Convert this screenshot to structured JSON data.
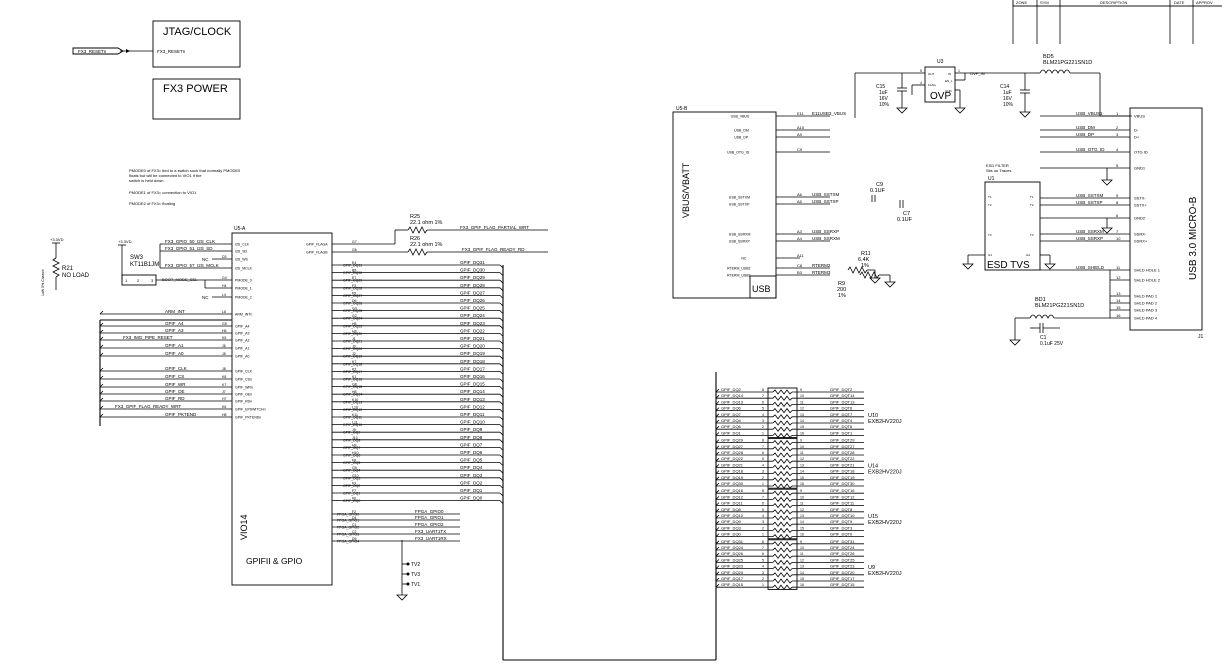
{
  "title_block": {
    "zone": "ZONE",
    "sym": "SYM",
    "description": "DESCRIPTION",
    "date": "DATE",
    "approved": "APPROV"
  },
  "blocks": {
    "jtag": "JTAG/CLOCK",
    "power": "FX3 POWER"
  },
  "reset": {
    "port": "FX3_RESETn",
    "net": "FX3_RESETn"
  },
  "notes": [
    "PMODE0 of FX3= tied to a switch such that normally PMODE0",
    "floats but will be connected to VIO1 if the",
    "switch is held down",
    "PMODE1 of FX3= connection to VIO1",
    "PMODE2 of FX3= floating"
  ],
  "r21": {
    "ref": "R21",
    "val": "NO LOAD",
    "rail": "+3.3VD",
    "side": "1uW 5% Chassis"
  },
  "sw3": {
    "ref": "SW3",
    "part": "KT11B1JM",
    "rail": "+3.3VD"
  },
  "gpio_nets": [
    "FX3_GPIO_50_I2S_CLK",
    "FX3_GPIO_51_I2S_SD",
    "FX3_GPIO_57_I2S_MCLK"
  ],
  "boot_mode": "BOOT_MODE_SEL",
  "nc": "NC",
  "u5a": {
    "ref": "U5-A",
    "vio": "VIO14",
    "label": "GPIFII & GPIO",
    "left_pins": [
      {
        "pin": "",
        "name": "I2S_CLK"
      },
      {
        "pin": "",
        "name": "I2S_SD"
      },
      {
        "pin": "D3",
        "name": "I2S_WS"
      },
      {
        "pin": "",
        "name": "I2S_MCLK"
      },
      {
        "pin": "G4",
        "name": "PMODE_0"
      },
      {
        "pin": "H4",
        "name": "PMODE_1"
      },
      {
        "pin": "L4",
        "name": "PMODE_2"
      },
      {
        "pin": "L8",
        "name": "ARM_INTn"
      },
      {
        "pin": "G5",
        "name": "GPIF_A4"
      },
      {
        "pin": "H6",
        "name": "GPIF_A3"
      },
      {
        "pin": "K5",
        "name": "GPIF_A2"
      },
      {
        "pin": "J6",
        "name": "GPIF_A1"
      },
      {
        "pin": "J5",
        "name": "GPIF_A0"
      },
      {
        "pin": "J8",
        "name": "GPIF_CLK"
      },
      {
        "pin": "K8",
        "name": "GPIF_CSn"
      },
      {
        "pin": "K7",
        "name": "GPIF_WRn"
      },
      {
        "pin": "J7",
        "name": "GPIF_OEn"
      },
      {
        "pin": "H7",
        "name": "GPIF_RDn"
      },
      {
        "pin": "K6",
        "name": "GPIF_EPSWITCHn"
      },
      {
        "pin": "H8",
        "name": "GPIF_PKTENDn"
      }
    ],
    "left_nets": [
      "ARM_INT",
      "GPIF_A4",
      "GPIF_A3",
      "FX3_IMG_PIPE_RESET",
      "GPIF_A1",
      "GPIF_A0",
      "GPIF_CLK",
      "GPIF_CS",
      "GPIF_WR",
      "GPIF_OE",
      "GPIF_RD",
      "FX3_GPIF_FLAG_READY_WRT",
      "GPIF_PKTEND"
    ],
    "flag_pins": [
      {
        "pin": "G7",
        "name": "GPIF_FLAGA"
      },
      {
        "pin": "G6",
        "name": "GPIF_FLAGB"
      }
    ],
    "dq_pins": [
      "E4",
      "B5",
      "E7",
      "F3",
      "F5",
      "D6",
      "G3",
      "G2",
      "H5",
      "H3",
      "J1",
      "J3",
      "J2",
      "K7",
      "K2",
      "K1",
      "G8",
      "H8",
      "K10",
      "L10",
      "K11",
      "L11",
      "J9",
      "J10",
      "H9",
      "H10",
      "F8",
      "G9",
      "G10",
      "F9",
      "F7",
      "F6",
      "E6",
      "F10"
    ],
    "dq_names": [
      "GPIF_DQ31",
      "GPIF_DQ30",
      "GPIF_DQ29",
      "GPIF_DQ28",
      "GPIF_DQ27",
      "GPIF_DQ26",
      "GPIF_DQ25",
      "GPIF_DQ24",
      "GPIF_DQ23",
      "GPIF_DQ22",
      "GPIF_DQ21",
      "GPIF_DQ20",
      "GPIF_DQ19",
      "GPIF_DQ18",
      "GPIF_DQ17",
      "GPIF_DQ16",
      "GPIF_DQ15",
      "GPIF_DQ14",
      "GPIF_DQ13",
      "GPIF_DQ12",
      "GPIF_DQ11",
      "GPIF_DQ10",
      "GPIF_DQ9",
      "GPIF_DQ8",
      "GPIF_DQ7",
      "GPIF_DQ6",
      "GPIF_DQ5",
      "GPIF_DQ4",
      "GPIF_DQ3",
      "GPIF_DQ2",
      "GPIF_DQ1",
      "GPIF_DQ0"
    ],
    "gpo_pins": [
      {
        "pin": "F2",
        "name": "FPGA_GPIO0"
      },
      {
        "pin": "D4",
        "name": "FPGA_GPIO1"
      },
      {
        "pin": "C1",
        "name": "FPGA_GPIO2"
      },
      {
        "pin": "C2",
        "name": "FPGA_GPIO3"
      },
      {
        "pin": "D5",
        "name": "FPGA_GPIO4"
      }
    ],
    "gpo_nets": [
      "FPGA_GPIO0",
      "FPGA_GPIO1",
      "FPGA_GPIO2",
      "FX3_UART1TX",
      "FX3_UART1RX"
    ]
  },
  "r25": {
    "ref": "R25",
    "val": "22.1 ohm 1%",
    "net": "FX3_GPIF_FLAG_PARTIAL_WRT"
  },
  "r26": {
    "ref": "R26",
    "val": "22.1 ohm 1%",
    "net": "FX3_GPIF_FLAG_READY_RD"
  },
  "testpoints": [
    "TV2",
    "TV3",
    "TV1"
  ],
  "u3": {
    "ref": "U3",
    "label": "OVP",
    "pins": [
      "OUT",
      "FLAG",
      "IN",
      "EN_L",
      "GND"
    ],
    "ovp_net": "OVP_IN"
  },
  "c15": {
    "ref": "C15",
    "vals": [
      "1uF",
      "16V",
      "10%"
    ]
  },
  "c14": {
    "ref": "C14",
    "vals": [
      "1uF",
      "16V",
      "10%"
    ]
  },
  "bd5": {
    "ref": "BD5",
    "part": "BLM21PG221SN1D"
  },
  "bd1": {
    "ref": "BD1",
    "part": "BLM21PG221SN1D"
  },
  "c1": {
    "ref": "C1",
    "val": "0.1uF 25V"
  },
  "u5b": {
    "ref": "U5-B",
    "title": "VBUS/VBATT",
    "label": "USB",
    "pins": [
      {
        "pin": "E11",
        "name": "USB_VBUS",
        "net": "E11USB3_VBUS"
      },
      {
        "pin": "A10",
        "name": "USB_DM",
        "net": ""
      },
      {
        "pin": "A9",
        "name": "USB_DP",
        "net": ""
      },
      {
        "pin": "C9",
        "name": "USB_OTG_ID",
        "net": ""
      },
      {
        "pin": "A6",
        "name": "USB_SSTXM",
        "net": "USB_SSTXM"
      },
      {
        "pin": "A5",
        "name": "USB_SSTXP",
        "net": "USB_SSTXP"
      },
      {
        "pin": "A3",
        "name": "USB_SSRXM",
        "net": "USB_SSRXP"
      },
      {
        "pin": "A4",
        "name": "USB_SSRXP",
        "net": "USB_SSRXM"
      },
      {
        "pin": "A11",
        "name": "NC",
        "net": ""
      },
      {
        "pin": "C8",
        "name": "RTERM_USB2",
        "net": "RTERM2"
      },
      {
        "pin": "B3",
        "name": "RTERM_USB3",
        "net": "RTERM3"
      }
    ]
  },
  "c9": {
    "ref": "C9",
    "val": "0.1UF"
  },
  "c7": {
    "ref": "C7",
    "val": "0.1UF"
  },
  "r11": {
    "ref": "R11",
    "val": "6.4K",
    "tol": "1%"
  },
  "r9": {
    "ref": "R9",
    "val": "200",
    "tol": "1%"
  },
  "u1": {
    "ref": "U1",
    "title": "ESD FILTER",
    "subtitle": "Sits on Traces",
    "label": "ESD TVS",
    "pins": [
      "T1",
      "T1",
      "T2",
      "T2",
      "T3",
      "T3",
      "G1",
      "G2"
    ]
  },
  "j1": {
    "ref": "J1",
    "label": "USB 3.0 MICRO-B",
    "pins": [
      {
        "pin": "1",
        "name": "VBUS",
        "net": "USB_VBUS1"
      },
      {
        "pin": "2",
        "name": "D-",
        "net": "USB_DM"
      },
      {
        "pin": "3",
        "name": "D+",
        "net": "USB_DP"
      },
      {
        "pin": "4",
        "name": "OTG ID",
        "net": "USB_OTG_ID"
      },
      {
        "pin": "5",
        "name": "GND1",
        "net": ""
      },
      {
        "pin": "9",
        "name": "SSTX-",
        "net": "USB_SSTXM"
      },
      {
        "pin": "8",
        "name": "SSTX+",
        "net": "USB_SSTXP"
      },
      {
        "pin": "6",
        "name": "GND2",
        "net": ""
      },
      {
        "pin": "7",
        "name": "SSRX-",
        "net": "USB_SSRXM"
      },
      {
        "pin": "10",
        "name": "SSRX+",
        "net": "USB_SSRXP"
      },
      {
        "pin": "11",
        "name": "SHLD HOLE 1",
        "net": "USB_SHIELD"
      },
      {
        "pin": "12",
        "name": "SHLD HOLE 2",
        "net": ""
      },
      {
        "pin": "13",
        "name": "SHLD PAD 1",
        "net": ""
      },
      {
        "pin": "14",
        "name": "SHLD PAD 2",
        "net": ""
      },
      {
        "pin": "15",
        "name": "SHLD PAD 3",
        "net": ""
      },
      {
        "pin": "16",
        "name": "SHLD PAD 4",
        "net": ""
      }
    ]
  },
  "rnets": [
    {
      "ref": "U10",
      "part": "EXB2HV220J",
      "left": [
        "GPIF_DQ2",
        "GPIF_DQ14",
        "GPIF_DQ13",
        "GPIF_DQ6",
        "GPIF_DQ7",
        "GPIF_DQ4",
        "GPIF_DQ6",
        "GPIF_DQ1"
      ],
      "right": [
        "GPIF_DQT2",
        "GPIF_DQT14",
        "GPIF_DQT13",
        "GPIF_DQT6",
        "GPIF_DQT7",
        "GPIF_DQT4",
        "GPIF_DQT6",
        "GPIF_DQT1"
      ]
    },
    {
      "ref": "U14",
      "part": "EXB2HV220J",
      "left": [
        "GPIF_DQ29",
        "GPIF_DQ27",
        "GPIF_DQ28",
        "GPIF_DQ22",
        "GPIF_DQ21",
        "GPIF_DQ18",
        "GPIF_DQ19",
        "GPIF_DQ30"
      ],
      "right": [
        "GPIF_DQT29",
        "GPIF_DQT27",
        "GPIF_DQT28",
        "GPIF_DQT22",
        "GPIF_DQT21",
        "GPIF_DQT18",
        "GPIF_DQT19",
        "GPIF_DQT30"
      ]
    },
    {
      "ref": "U15",
      "part": "EXB2HV220J",
      "left": [
        "GPIF_DQ16",
        "GPIF_DQ12",
        "GPIF_DQ11",
        "GPIF_DQ8",
        "GPIF_DQ10",
        "GPIF_DQ9",
        "GPIF_DQ3",
        "GPIF_DQ0"
      ],
      "right": [
        "GPIF_DQT16",
        "GPIF_DQT12",
        "GPIF_DQT11",
        "GPIF_DQT8",
        "GPIF_DQT10",
        "GPIF_DQT9",
        "GPIF_DQT3",
        "GPIF_DQT0"
      ]
    },
    {
      "ref": "U9",
      "part": "EXB2HV220J",
      "left": [
        "GPIF_DQ31",
        "GPIF_DQ24",
        "GPIF_DQ26",
        "GPIF_DQ25",
        "GPIF_DQ23",
        "GPIF_DQ20",
        "GPIF_DQ17",
        "GPIF_DQ15"
      ],
      "right": [
        "GPIF_DQT31",
        "GPIF_DQT24",
        "GPIF_DQT26",
        "GPIF_DQT25",
        "GPIF_DQT23",
        "GPIF_DQT20",
        "GPIF_DQT17",
        "GPIF_DQT15"
      ]
    }
  ]
}
